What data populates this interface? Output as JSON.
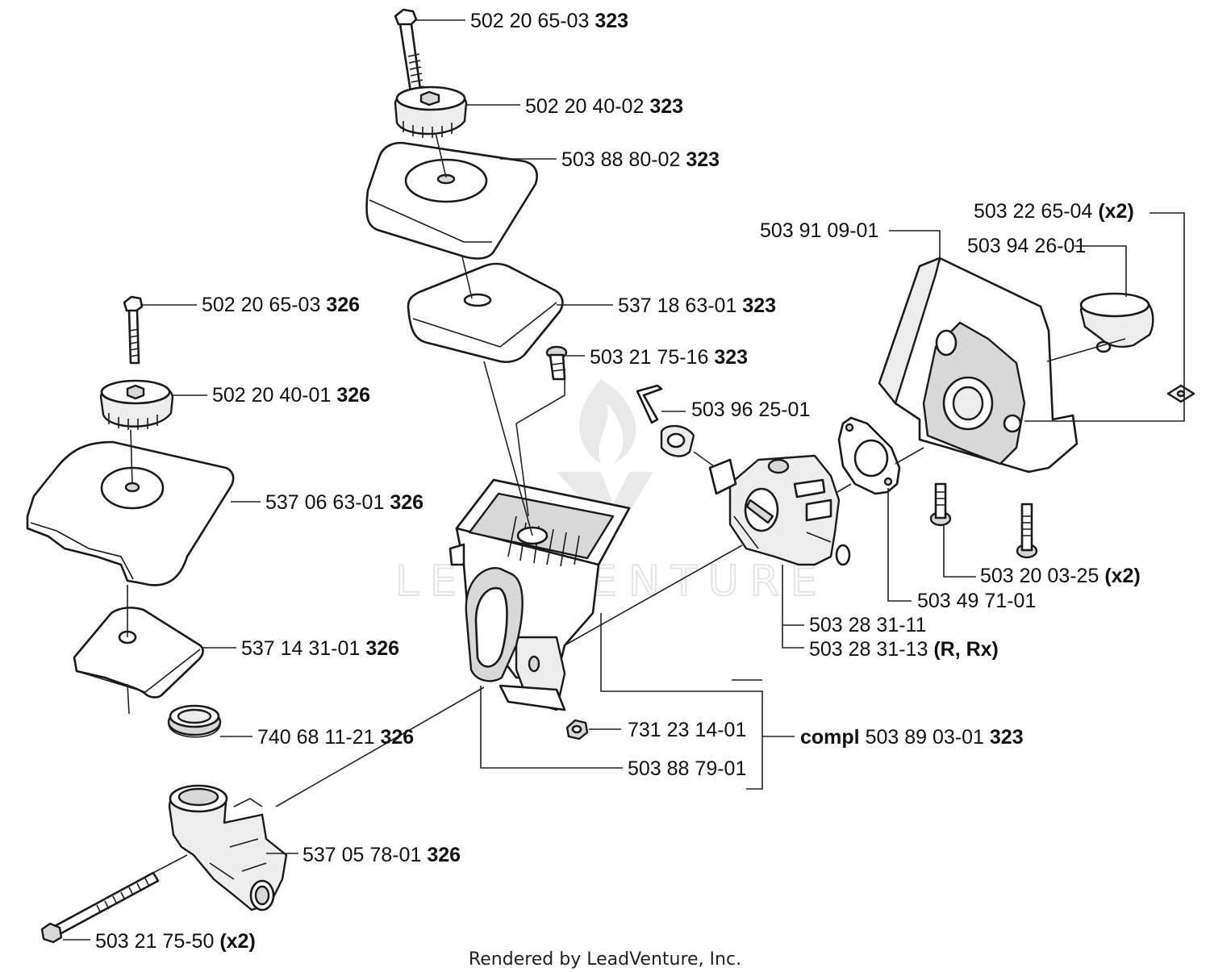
{
  "watermark": "LEADVENTURE",
  "footer": "Rendered by LeadVenture, Inc.",
  "callouts": [
    {
      "id": "c01",
      "part": "502 20 65-03",
      "suffix": "323"
    },
    {
      "id": "c02",
      "part": "502 20 40-02",
      "suffix": "323"
    },
    {
      "id": "c03",
      "part": "503 88 80-02",
      "suffix": "323"
    },
    {
      "id": "c04",
      "part": "537 18 63-01",
      "suffix": "323"
    },
    {
      "id": "c05",
      "part": "503 21 75-16",
      "suffix": "323"
    },
    {
      "id": "c06",
      "part": "503 96 25-01",
      "suffix": ""
    },
    {
      "id": "c07",
      "part": "502 20 65-03",
      "suffix": "326"
    },
    {
      "id": "c08",
      "part": "502 20 40-01",
      "suffix": "326"
    },
    {
      "id": "c09",
      "part": "537 06 63-01",
      "suffix": "326"
    },
    {
      "id": "c10",
      "part": "537 14 31-01",
      "suffix": "326"
    },
    {
      "id": "c11",
      "part": "740 68 11-21",
      "suffix": "326"
    },
    {
      "id": "c12",
      "part": "537 05 78-01",
      "suffix": "326"
    },
    {
      "id": "c13",
      "part": "503 21 75-50",
      "suffix": "(x2)"
    },
    {
      "id": "c14",
      "part": "503 22 65-04",
      "suffix": "(x2)"
    },
    {
      "id": "c15",
      "part": "503 91 09-01",
      "suffix": ""
    },
    {
      "id": "c16",
      "part": "503 94 26-01",
      "suffix": ""
    },
    {
      "id": "c17",
      "part": "503 20 03-25",
      "suffix": "(x2)"
    },
    {
      "id": "c18",
      "part": "503 49 71-01",
      "suffix": ""
    },
    {
      "id": "c19",
      "part": "503 28 31-11",
      "suffix": ""
    },
    {
      "id": "c20",
      "part": "503 28 31-13",
      "suffix": "(R, Rx)"
    },
    {
      "id": "c21",
      "part": "731 23 14-01",
      "suffix": ""
    },
    {
      "id": "c22",
      "part": "503 88 79-01",
      "suffix": ""
    }
  ],
  "assembly": {
    "prefix": "compl",
    "part": "503 89 03-01",
    "suffix": "323"
  }
}
